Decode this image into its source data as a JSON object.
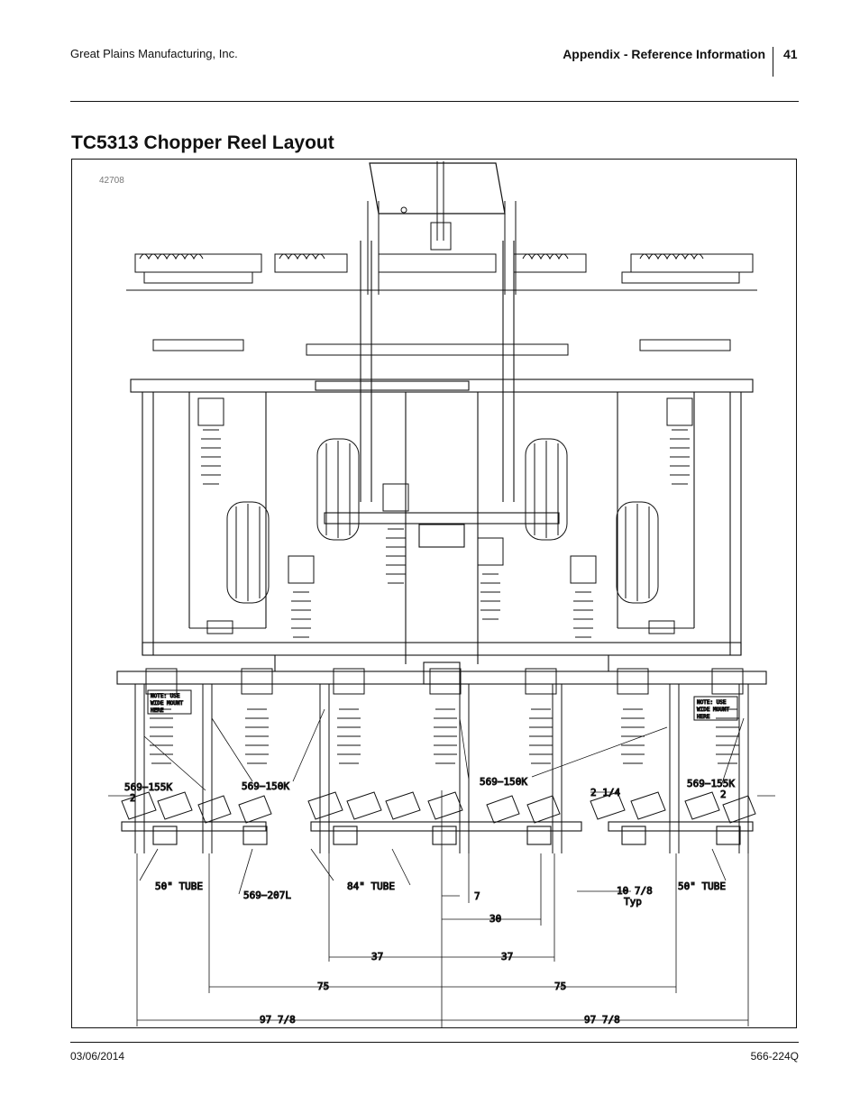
{
  "header": {
    "company": "Great Plains Manufacturing, Inc.",
    "section": "Appendix - Reference Information",
    "page_number": "41"
  },
  "title": "TC5313 Chopper Reel Layout",
  "figure": {
    "id": "42708",
    "part_labels": {
      "left_155k": "569−155K",
      "left_150k": "569−150K",
      "center_150k": "569−150K",
      "right_155k": "569−155K",
      "part_207l": "569−207L",
      "spacing_left": "2",
      "spacing_right": "2",
      "spacing_center": "2 1/4"
    },
    "notes": {
      "left": [
        "NOTE: USE",
        "WIDE MOUNT",
        "HERE"
      ],
      "right": [
        "NOTE: USE",
        "WIDE MOUNT",
        "HERE"
      ]
    },
    "tube_labels": {
      "left": "50\" TUBE",
      "center": "84\" TUBE",
      "right": "50\" TUBE"
    },
    "dimensions": {
      "d7": "7",
      "d10_7_8": "10 7/8",
      "typ": "Typ",
      "d30": "30",
      "d37_left": "37",
      "d37_right": "37",
      "d75_left": "75",
      "d75_right": "75",
      "d97_left": "97 7/8",
      "d97_right": "97 7/8"
    }
  },
  "footer": {
    "date": "03/06/2014",
    "doc_number": "566-224Q"
  }
}
